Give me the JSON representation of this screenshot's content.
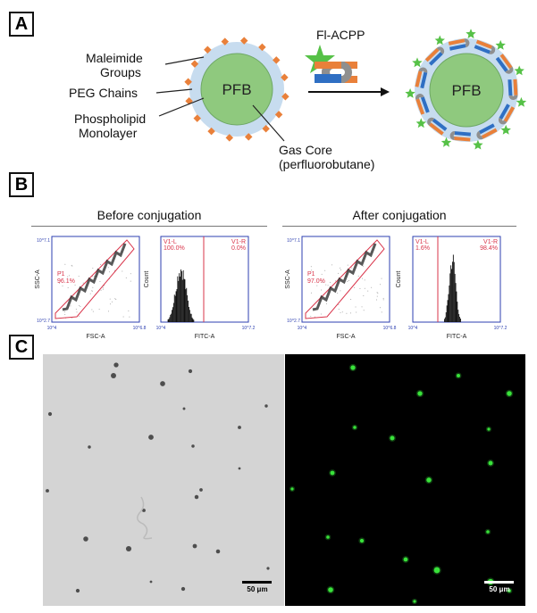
{
  "panels": {
    "a": "A",
    "b": "B",
    "c": "C"
  },
  "schematic": {
    "core_label": "PFB",
    "core_label_right": "PFB",
    "labels": {
      "maleimide": [
        "Maleimide",
        "Groups"
      ],
      "peg": "PEG Chains",
      "phospholipid": [
        "Phospholipid",
        "Monolayer"
      ],
      "gas_core": [
        "Gas Core",
        "(perfluorobutane)"
      ]
    },
    "ligand": "Fl-ACPP",
    "colors": {
      "core": "#8fc97e",
      "shell": "#c7dcef",
      "maleimide": "#e9803a",
      "star": "#56c147",
      "magnet_orange": "#e9803a",
      "magnet_blue": "#2f6fc3",
      "magnet_gray": "#8f8f8f"
    }
  },
  "flow": {
    "before_title": "Before conjugation",
    "after_title": "After conjugation",
    "scatter_axes": {
      "x": "FSC-A",
      "y": "SSC-A",
      "xmin": "10^4",
      "xmax": "10^6.8",
      "ymin": "10^2.7",
      "ymax": "10^7.1"
    },
    "hist_axes": {
      "x": "FITC-A",
      "y": "Count",
      "xmin": "10^4",
      "xmax": "10^7.2"
    },
    "before": {
      "gate": "P1",
      "gate_pct": "96.1%",
      "v1l": "V1-L",
      "v1l_pct": "100.0%",
      "v1r": "V1-R",
      "v1r_pct": "0.0%"
    },
    "after": {
      "gate": "P1",
      "gate_pct": "97.0%",
      "v1l": "V1-L",
      "v1l_pct": "1.6%",
      "v1r": "V1-R",
      "v1r_pct": "98.4%"
    },
    "gate_color": "#d9344a",
    "axis_color": "#2c3fb0"
  },
  "microscopy": {
    "scale_left": "50 μm",
    "scale_right": "50 μm",
    "bright_bg": "#d4d4d4",
    "fluor_bg": "#000000",
    "fluor_color": "#39e23a"
  }
}
